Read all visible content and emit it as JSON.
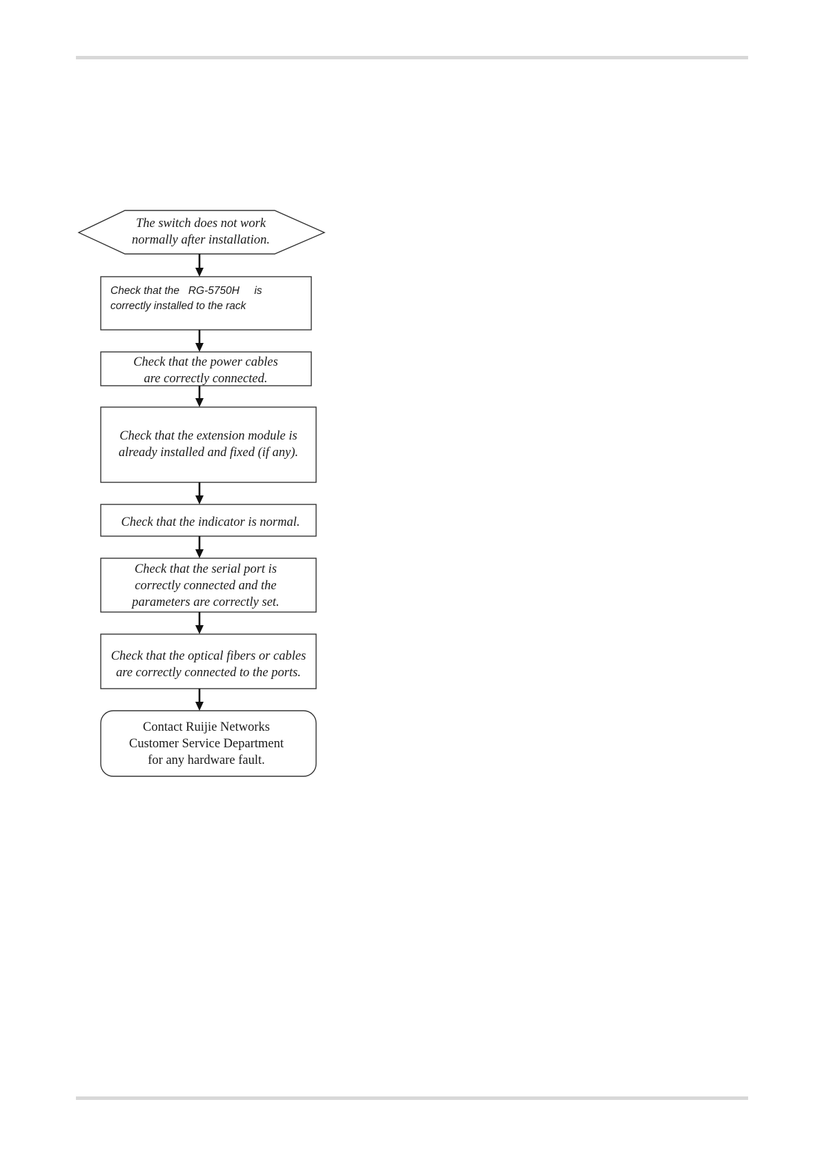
{
  "flowchart": {
    "start": {
      "lines": [
        "The switch does not work",
        "normally after installation."
      ]
    },
    "steps": [
      {
        "id": "check-rack",
        "style": "sans",
        "lines": [
          "Check that the   RG-5750H     is",
          "correctly installed to the rack"
        ]
      },
      {
        "id": "check-power-cables",
        "style": "serif",
        "lines": [
          "Check that the power cables",
          "are correctly connected."
        ]
      },
      {
        "id": "check-extension-module",
        "style": "serif",
        "lines": [
          "Check that the extension module is",
          "already installed and fixed (if any)."
        ]
      },
      {
        "id": "check-indicator",
        "style": "serif",
        "lines": [
          "Check that the indicator is normal."
        ]
      },
      {
        "id": "check-serial-port",
        "style": "serif",
        "lines": [
          "Check that the serial port is",
          "correctly connected and the",
          "parameters are correctly set."
        ]
      },
      {
        "id": "check-optical-fibers",
        "style": "serif",
        "lines": [
          "Check that the optical fibers or cables",
          "are correctly connected to the ports."
        ]
      }
    ],
    "end": {
      "lines": [
        "Contact Ruijie Networks",
        "Customer Service Department",
        "for any hardware fault."
      ]
    }
  }
}
